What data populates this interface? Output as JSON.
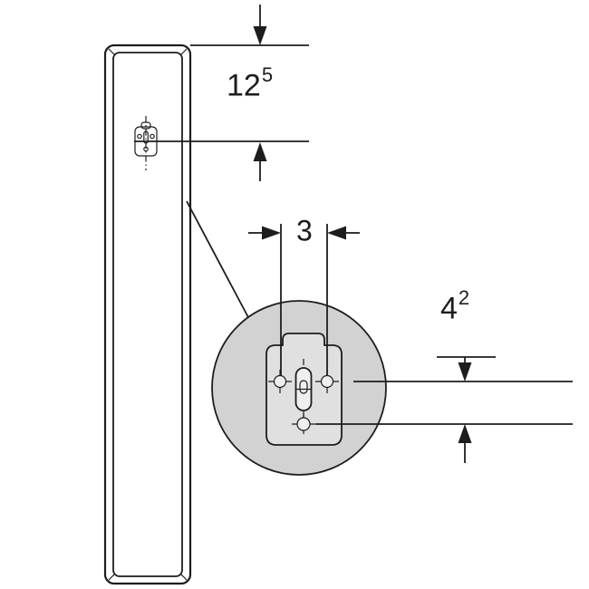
{
  "drawing": {
    "kind": "installation-dimension-diagram",
    "dimensions": {
      "top_offset": {
        "value": "12",
        "superscript": "5"
      },
      "hole_spacing": {
        "value": "3",
        "superscript": ""
      },
      "hole_vertical_offset": {
        "value": "4",
        "superscript": "2"
      }
    }
  },
  "colors": {
    "line": "#1d1d1b",
    "background": "#ffffff",
    "detail_circle_fill": "#d2d2d2",
    "plate_fill": "#e0e0e0",
    "hole_fill": "#efefef"
  }
}
